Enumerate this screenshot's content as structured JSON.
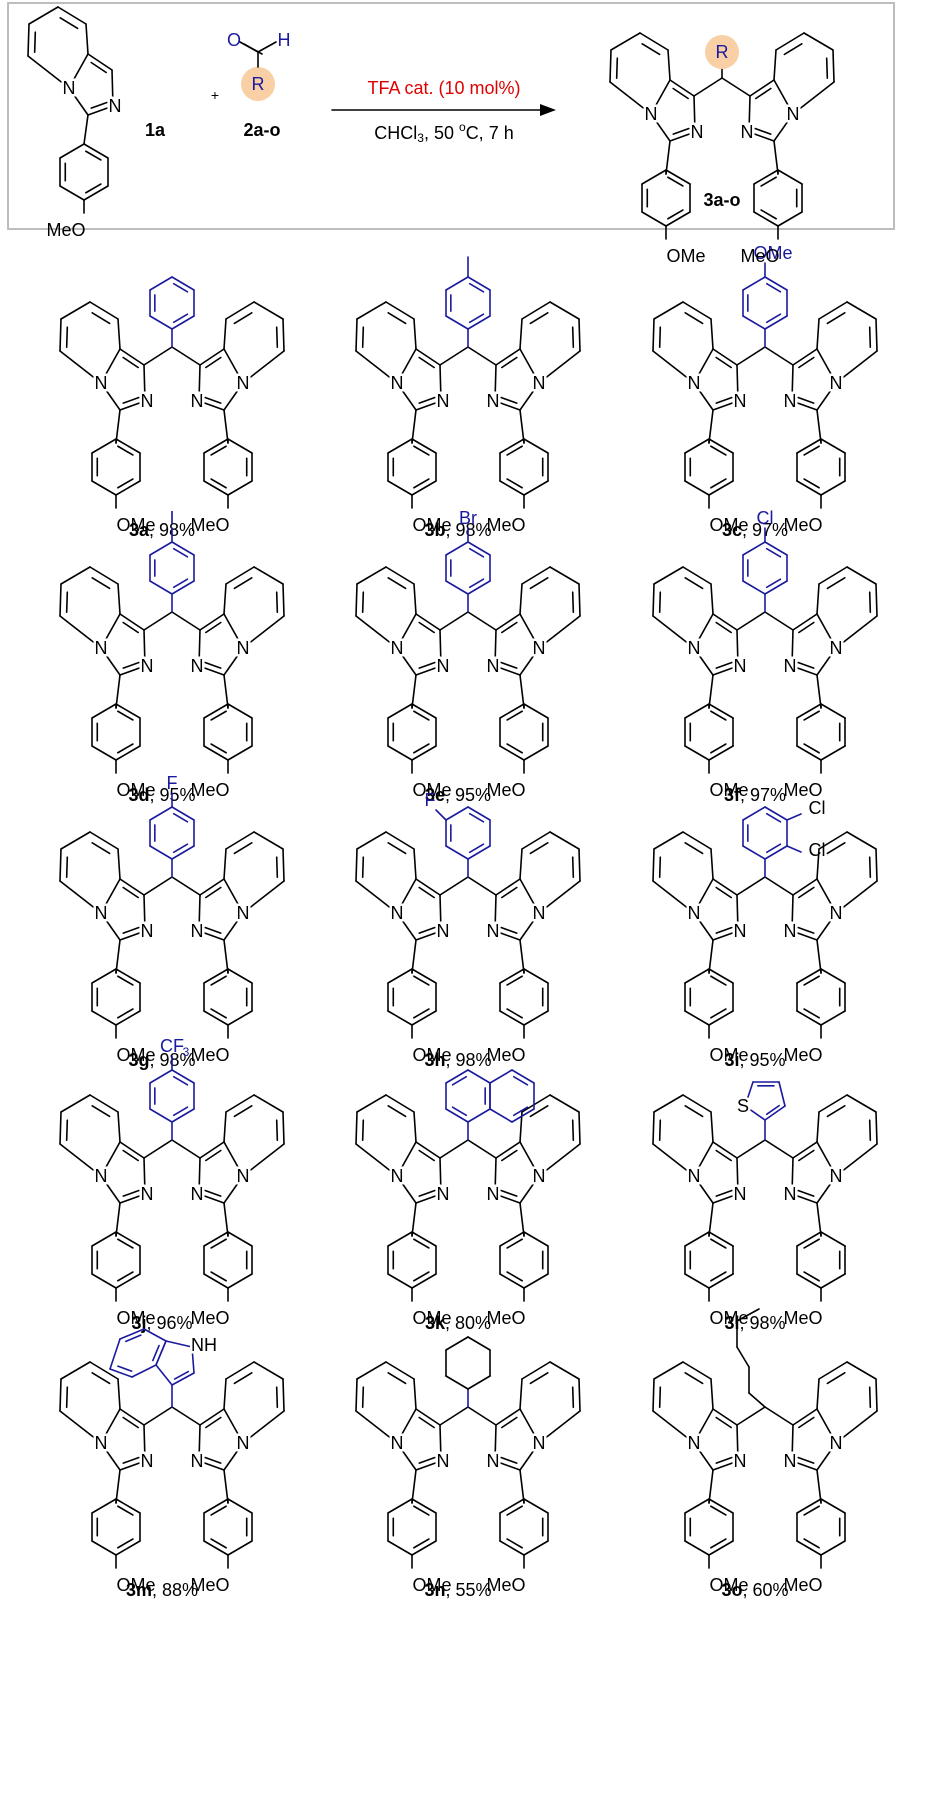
{
  "scheme": {
    "reactant_label": "1a",
    "reagent_label": "2a-o",
    "product_label": "3a-o",
    "plus": "+",
    "reagent_cho_O": "O",
    "reagent_cho_H": "H",
    "R": "R",
    "condition_top": "TFA cat. (10 mol%)",
    "condition_bottom": "CHCl3, 50 oC, 7 h",
    "condition_bottom_parts": [
      "CHCl",
      "3",
      ", 50 ",
      "o",
      "C, 7 h"
    ],
    "atom_N": "N",
    "meo": "MeO",
    "ome": "OMe"
  },
  "colors": {
    "substituent": "#1a1a9e",
    "tfa": "#e00000",
    "r_circle": "#f9cfa6",
    "box": "#bdbdbd"
  },
  "products": [
    {
      "id": "3a",
      "yield": ", 98%",
      "substituent": "phenyl"
    },
    {
      "id": "3b",
      "yield": ", 98%",
      "substituent": "p-tolyl"
    },
    {
      "id": "3c",
      "yield": ", 97%",
      "substituent": "p-anisyl",
      "sub_text": "OMe"
    },
    {
      "id": "3d",
      "yield": ", 95%",
      "substituent": "p-iodophenyl",
      "sub_text": "I"
    },
    {
      "id": "3e",
      "yield": ", 95%",
      "substituent": "p-bromophenyl",
      "sub_text": "Br"
    },
    {
      "id": "3f",
      "yield": ", 97%",
      "substituent": "p-chlorophenyl",
      "sub_text": "Cl"
    },
    {
      "id": "3g",
      "yield": ", 98%",
      "substituent": "p-fluorophenyl",
      "sub_text": "F"
    },
    {
      "id": "3h",
      "yield": ", 98%",
      "substituent": "m-fluorophenyl",
      "sub_text": "F"
    },
    {
      "id": "3i",
      "yield": ", 95%",
      "substituent": "2,3-dichlorophenyl",
      "sub_text": "Cl"
    },
    {
      "id": "3j",
      "yield": ", 96%",
      "substituent": "p-CF3-phenyl",
      "sub_text": "CF3"
    },
    {
      "id": "3k",
      "yield": ", 80%",
      "substituent": "1-naphthyl"
    },
    {
      "id": "3l",
      "yield": ", 98%",
      "substituent": "2-thienyl",
      "sub_text": "S"
    },
    {
      "id": "3m",
      "yield": ", 88%",
      "substituent": "3-indolyl",
      "sub_text": "NH"
    },
    {
      "id": "3n",
      "yield": ", 55%",
      "substituent": "cyclohexyl"
    },
    {
      "id": "3o",
      "yield": ", 60%",
      "substituent": "n-pentyl"
    }
  ]
}
